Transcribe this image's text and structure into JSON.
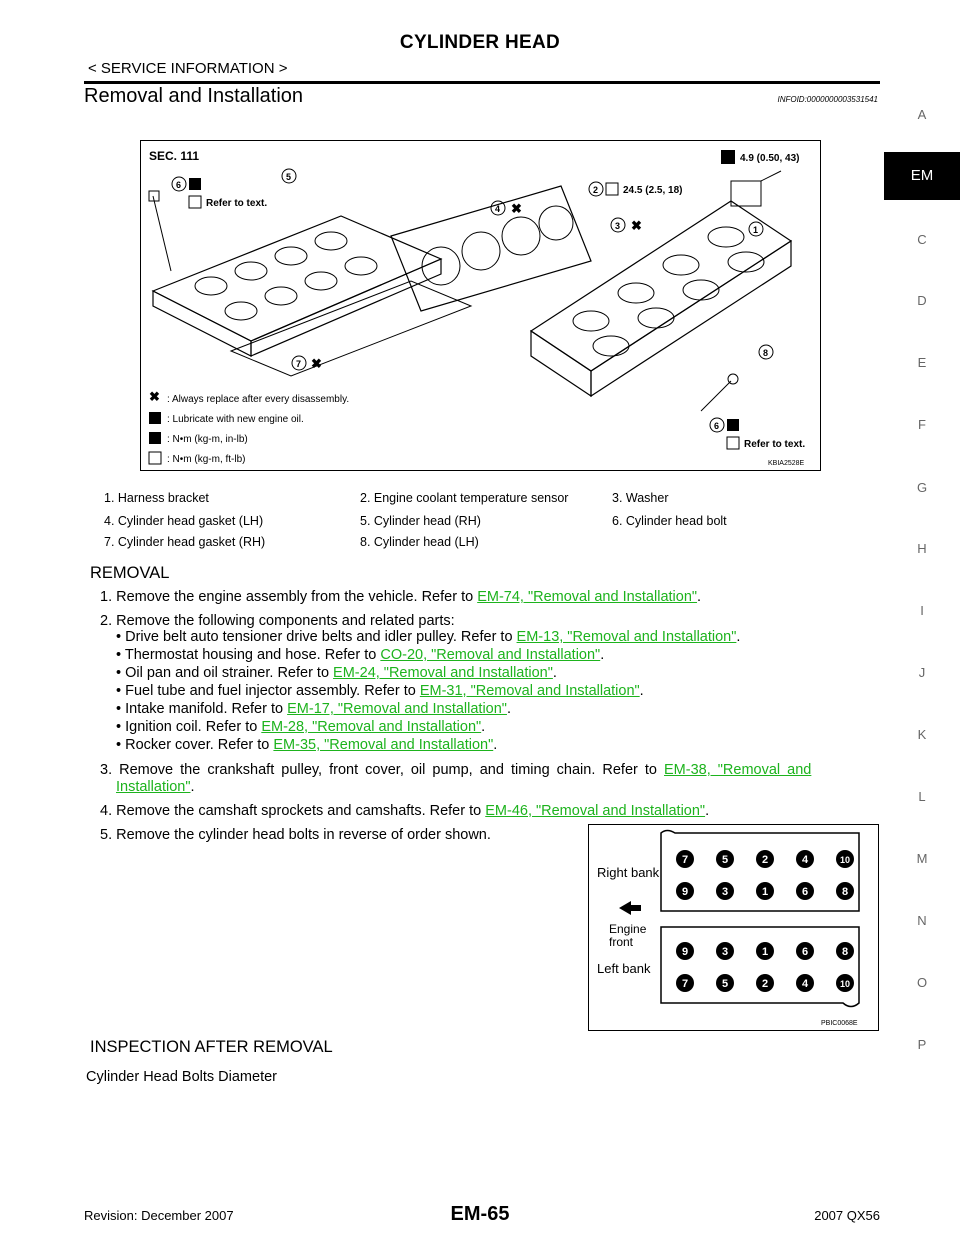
{
  "header": {
    "title": "CYLINDER HEAD",
    "section": "< SERVICE INFORMATION >",
    "heading": "Removal and Installation",
    "info_id": "INFOID:0000000003531541"
  },
  "side_tabs": [
    "A",
    "EM",
    "C",
    "D",
    "E",
    "F",
    "G",
    "H",
    "I",
    "J",
    "K",
    "L",
    "M",
    "N",
    "O",
    "P"
  ],
  "active_tab": "EM",
  "figure1": {
    "sec": "SEC. 111",
    "torque_bolt": "4.9 (0.50, 43)",
    "torque_sensor": "24.5 (2.5, 18)",
    "refer_text": "Refer to text.",
    "legend": [
      ": Always replace after every disassembly.",
      ": Lubricate with new engine oil.",
      ": N•m (kg-m, in-lb)",
      ": N•m (kg-m, ft-lb)"
    ],
    "code": "KBIA2528E"
  },
  "parts_legend": [
    [
      "1. Harness bracket",
      "2. Engine coolant temperature sensor",
      "3. Washer"
    ],
    [
      "4. Cylinder head gasket (LH)",
      "5. Cylinder head (RH)",
      "6. Cylinder head bolt"
    ],
    [
      "7. Cylinder head gasket (RH)",
      "8. Cylinder head (LH)",
      ""
    ]
  ],
  "removal": {
    "title": "REMOVAL",
    "step1_text": "1.  Remove the engine assembly from the vehicle. Refer to ",
    "step1_link": "EM-74, \"Removal and Installation\"",
    "step2_text": "2.  Remove the following components and related parts:",
    "subs": [
      {
        "text": "• Drive belt auto tensioner drive belts and idler pulley. Refer to ",
        "link": "EM-13, \"Removal and Installation\""
      },
      {
        "text": "• Thermostat housing and hose. Refer to ",
        "link": "CO-20, \"Removal and Installation\""
      },
      {
        "text": "• Oil pan and oil strainer. Refer to ",
        "link": "EM-24, \"Removal and Installation\""
      },
      {
        "text": "• Fuel tube and fuel injector assembly. Refer to ",
        "link": "EM-31, \"Removal and Installation\""
      },
      {
        "text": "• Intake manifold. Refer to ",
        "link": "EM-17, \"Removal and Installation\""
      },
      {
        "text": "• Ignition coil. Refer to ",
        "link": "EM-28, \"Removal and Installation\""
      },
      {
        "text": "• Rocker cover. Refer to ",
        "link": "EM-35, \"Removal and Installation\""
      }
    ],
    "step3_text": "3.  Remove the crankshaft pulley, front cover, oil pump, and timing chain. Refer to ",
    "step3_link_a": "EM-38, \"Removal and",
    "step3_link_b": "Installation\"",
    "step4_text": "4.  Remove the camshaft sprockets and camshafts. Refer to ",
    "step4_link": "EM-46, \"Removal and Installation\"",
    "step5_text": "5.  Remove the cylinder head bolts in reverse of order shown."
  },
  "figure2": {
    "right_bank": "Right bank",
    "engine": "Engine",
    "front": "front",
    "left_bank": "Left bank",
    "right_top": [
      "7",
      "5",
      "2",
      "4",
      "10"
    ],
    "right_bottom": [
      "9",
      "3",
      "1",
      "6",
      "8"
    ],
    "left_top": [
      "9",
      "3",
      "1",
      "6",
      "8"
    ],
    "left_bottom": [
      "7",
      "5",
      "2",
      "4",
      "10"
    ],
    "code": "PBIC0068E"
  },
  "inspection": {
    "title": "INSPECTION AFTER REMOVAL",
    "subtitle": "Cylinder Head Bolts Diameter"
  },
  "footer": {
    "revision": "Revision: December 2007",
    "page": "EM-65",
    "model": "2007 QX56"
  }
}
